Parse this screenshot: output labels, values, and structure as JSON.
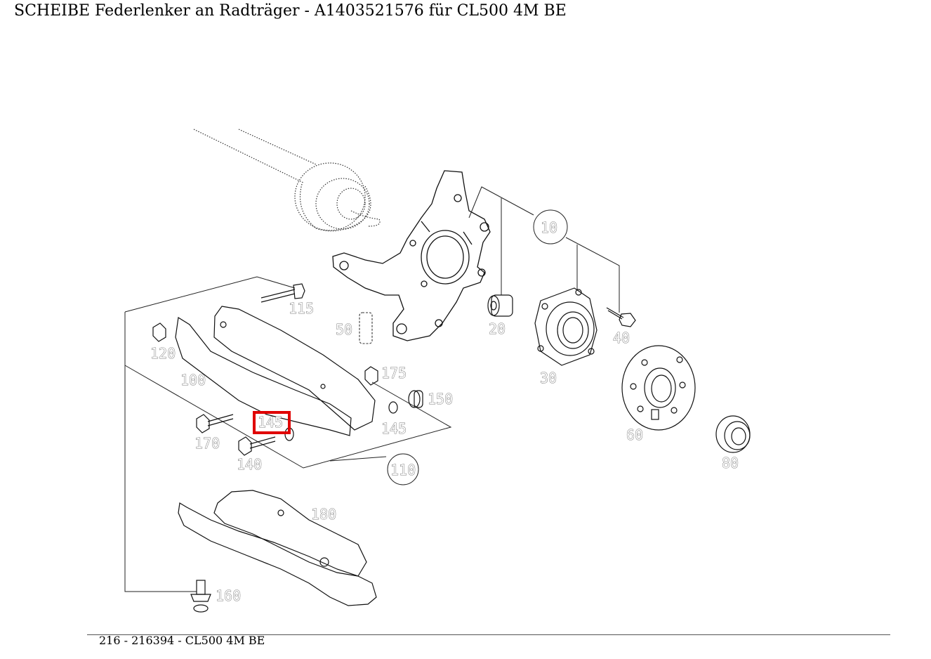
{
  "title": "SCHEIBE Federlenker an Radträger - A1403521576 für CL500 4M BE",
  "footer": "216 - 216394 - CL500 4M BE",
  "highlight_color": "#e00000",
  "highlighted_label": "145",
  "labels": {
    "l10": "10",
    "l20": "20",
    "l30": "30",
    "l40": "40",
    "l50": "50",
    "l60": "60",
    "l80": "80",
    "l100": "100",
    "l110": "110",
    "l115": "115",
    "l120": "120",
    "l140": "140",
    "l145a": "145",
    "l145b": "145",
    "l150": "150",
    "l160": "160",
    "l170": "170",
    "l175": "175",
    "l180": "180"
  }
}
